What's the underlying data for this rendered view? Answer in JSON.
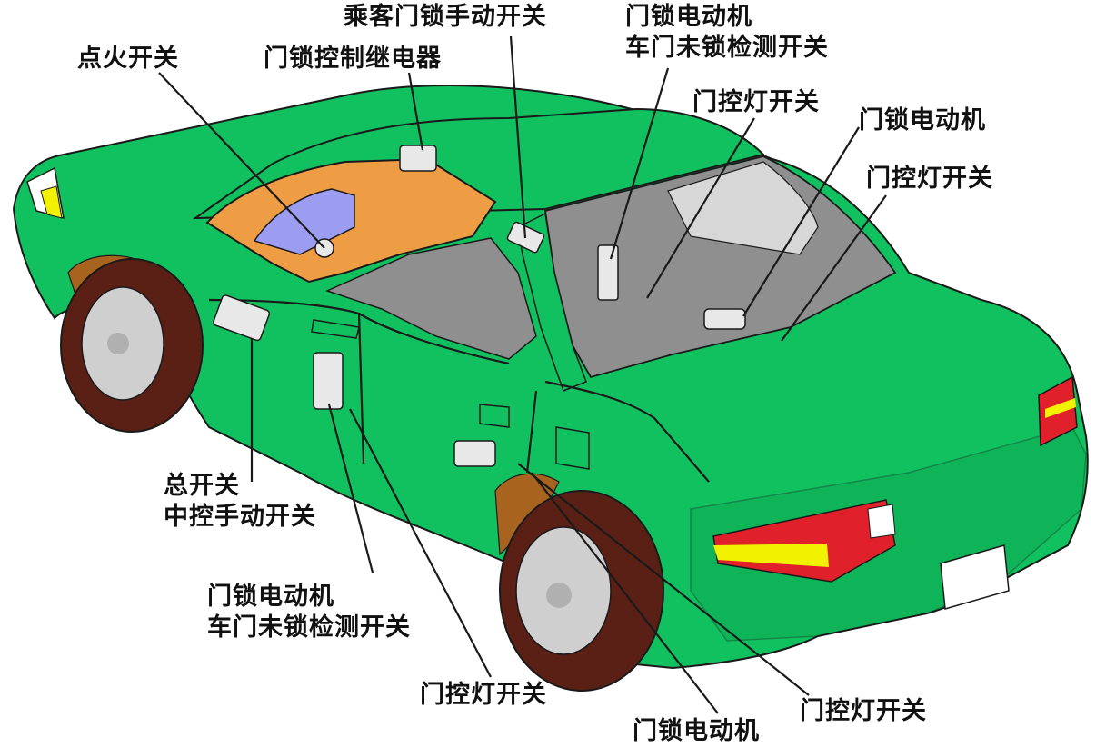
{
  "colors": {
    "body": "#11c15f",
    "body_dark": "#0e9c4c",
    "interior": "#ef9d45",
    "glass": "#8f8f8f",
    "window_light": "#d7d7d7",
    "blue_glass": "#9c9cf0",
    "tire": "#5a2016",
    "hub": "#cfcfcf",
    "taillight_red": "#e0202a",
    "taillight_yellow": "#f2f200",
    "fender": "#a8641e",
    "outline": "#1a1a1a"
  },
  "labels": {
    "passenger_manual_switch": "乘客门锁手动开关",
    "ignition_switch": "点火开关",
    "relay": "门锁控制继电器",
    "front_right_motor": "门锁电动机",
    "front_right_unlock_detect": "车门未锁检测开关",
    "front_right_light_switch": "门控灯开关",
    "rear_right_motor": "门锁电动机",
    "rear_right_light_switch": "门控灯开关",
    "master_switch": "总开关",
    "central_manual_switch": "中控手动开关",
    "front_left_motor": "门锁电动机",
    "front_left_unlock_detect": "车门未锁检测开关",
    "front_left_light_switch": "门控灯开关",
    "rear_left_motor": "门锁电动机",
    "rear_left_light_switch": "门控灯开关"
  }
}
